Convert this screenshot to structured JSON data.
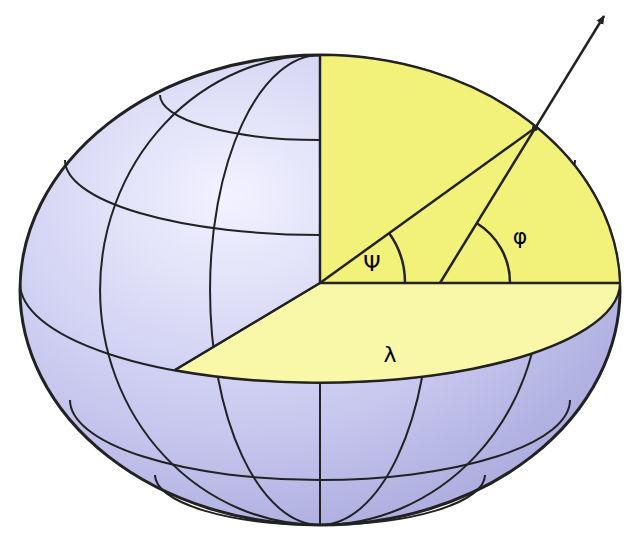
{
  "diagram": {
    "labels": [
      "Ψ",
      "φ",
      "λ"
    ]
  }
}
